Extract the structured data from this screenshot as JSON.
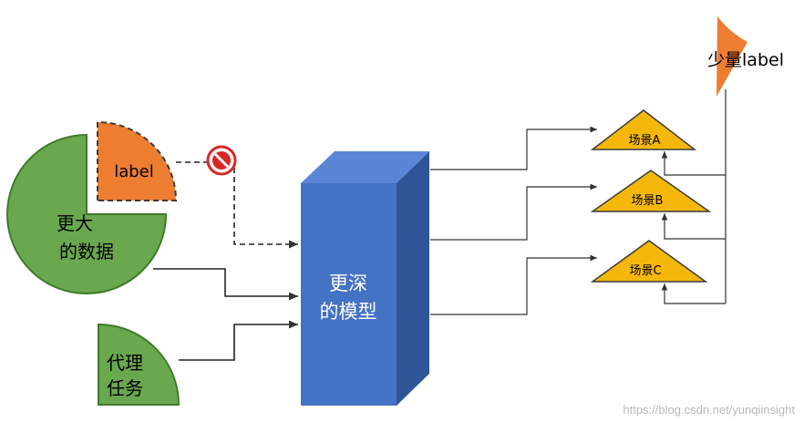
{
  "colors": {
    "green": "#6aa84f",
    "green_dark": "#3f7a2a",
    "orange": "#ed7d31",
    "blue_front": "#4472c4",
    "blue_side": "#2f5597",
    "blue_top": "#5b86d6",
    "yellow": "#f5b80a",
    "stroke_dark": "#3b3b3b",
    "red": "#d62828"
  },
  "nodes": {
    "big_data": {
      "line1": "更大",
      "line2": "的数据"
    },
    "label": "label",
    "agent_task": {
      "line1": "代理",
      "line2": "任务"
    },
    "model": {
      "line1": "更深",
      "line2": "的模型"
    },
    "scenes": [
      "场景A",
      "场景B",
      "场景C"
    ],
    "few_label": "少量label"
  },
  "icons": {
    "blocked": "no-entry-icon"
  },
  "watermark": "https://blog.csdn.net/yunqiinsight"
}
